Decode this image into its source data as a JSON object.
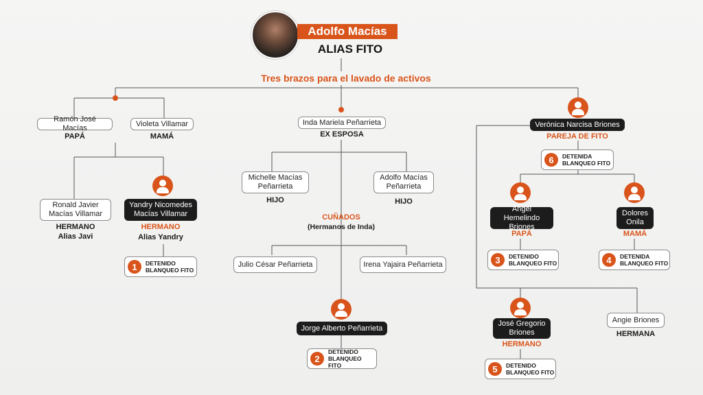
{
  "header": {
    "name": "Adolfo Macías",
    "alias": "ALIAS FITO",
    "subtitle": "Tres brazos para el lavado de activos"
  },
  "colors": {
    "accent": "#d9541a",
    "dark_box": "#1c1c1c"
  },
  "left": {
    "father": {
      "name": "Ramón José Macías",
      "role": "PAPÁ"
    },
    "mother": {
      "name": "Violeta Villamar",
      "role": "MAMÁ"
    },
    "brother1": {
      "name": "Ronald Javier\nMacías Villamar",
      "role": "HERMANO",
      "alias": "Alias Javi"
    },
    "brother2": {
      "name": "Yandry Nicomedes\nMacías Villamar",
      "role": "HERMANO",
      "alias": "Alias Yandry"
    },
    "detained1": {
      "number": "1",
      "text": "DETENIDO\nBLANQUEO FITO"
    }
  },
  "center": {
    "exwife": {
      "name": "Inda Mariela Peñarrieta",
      "role": "EX ESPOSA"
    },
    "child1": {
      "name": "Michelle Macías\nPeñarrieta",
      "role": "HIJO"
    },
    "child2": {
      "name": "Adolfo Macías\nPeñarrieta",
      "role": "HIJO"
    },
    "inlaws_title": "CUÑADOS",
    "inlaws_sub": "(Hermanos de Inda)",
    "inlaw1": {
      "name": "Julio César Peñarrieta"
    },
    "inlaw2": {
      "name": "Irena Yajaira Peñarrieta"
    },
    "inlaw3": {
      "name": "Jorge Alberto Peñarrieta"
    },
    "detained2": {
      "number": "2",
      "text": "DETENIDO\nBLANQUEO FITO"
    }
  },
  "right": {
    "partner": {
      "name": "Verónica Narcisa Briones",
      "role": "PAREJA DE FITO"
    },
    "detained6": {
      "number": "6",
      "text": "DETENIDA\nBLANQUEO FITO"
    },
    "father": {
      "name": "Ángel Hemelindo\nBriones",
      "role": "PAPÁ"
    },
    "detained3": {
      "number": "3",
      "text": "DETENIDO\nBLANQUEO FITO"
    },
    "mother": {
      "name": "Dolores\nOnila",
      "role": "MAMÁ"
    },
    "detained4": {
      "number": "4",
      "text": "DETENIDA\nBLANQUEO FITO"
    },
    "brother": {
      "name": "José Gregorio\nBriones",
      "role": "HERMANO"
    },
    "detained5": {
      "number": "5",
      "text": "DETENIDO\nBLANQUEO FITO"
    },
    "sister": {
      "name": "Angie Briones",
      "role": "HERMANA"
    }
  }
}
